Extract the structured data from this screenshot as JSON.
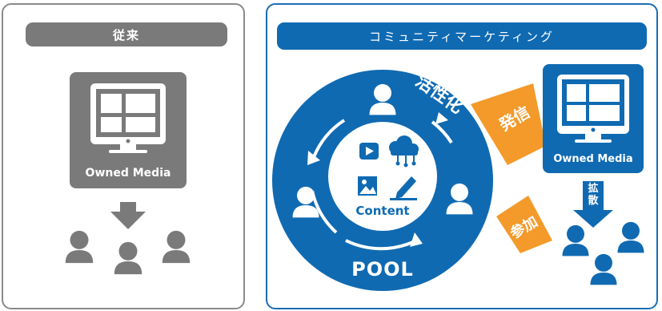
{
  "traditional": {
    "title": "従来",
    "media_label": "Owned Media"
  },
  "community": {
    "title": "コミュニティマーケティング",
    "center_label": "Content",
    "pool_label": "POOL",
    "activation_label": "活性化",
    "broadcast_label": "発信",
    "participate_label": "参加",
    "spread_label": "拡散",
    "media_label": "Owned Media"
  },
  "colors": {
    "gray": "#7a7a7a",
    "blue": "#0f6ab2",
    "orange": "#f39a2b"
  }
}
